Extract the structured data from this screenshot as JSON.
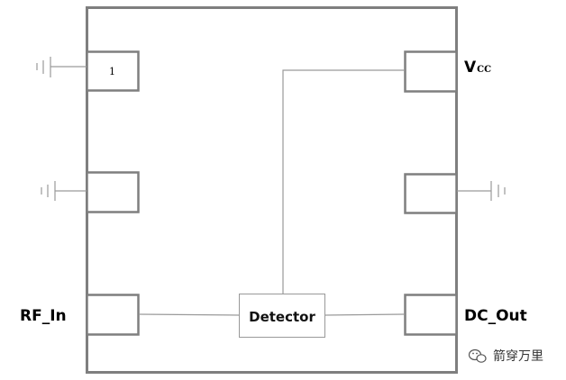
{
  "diagram": {
    "pin1_number": "1",
    "detector_label": "Detector",
    "labels": {
      "vcc_main": "V",
      "vcc_sub": "CC",
      "rf_in": "RF_In",
      "dc_out": "DC_Out"
    },
    "watermark": "箭穿万里"
  },
  "colors": {
    "package_border": "#7f7f7f",
    "pin_border": "#7f7f7f",
    "wire": "#9a9a9a",
    "detector_border": "#999999",
    "text": "#000000"
  }
}
